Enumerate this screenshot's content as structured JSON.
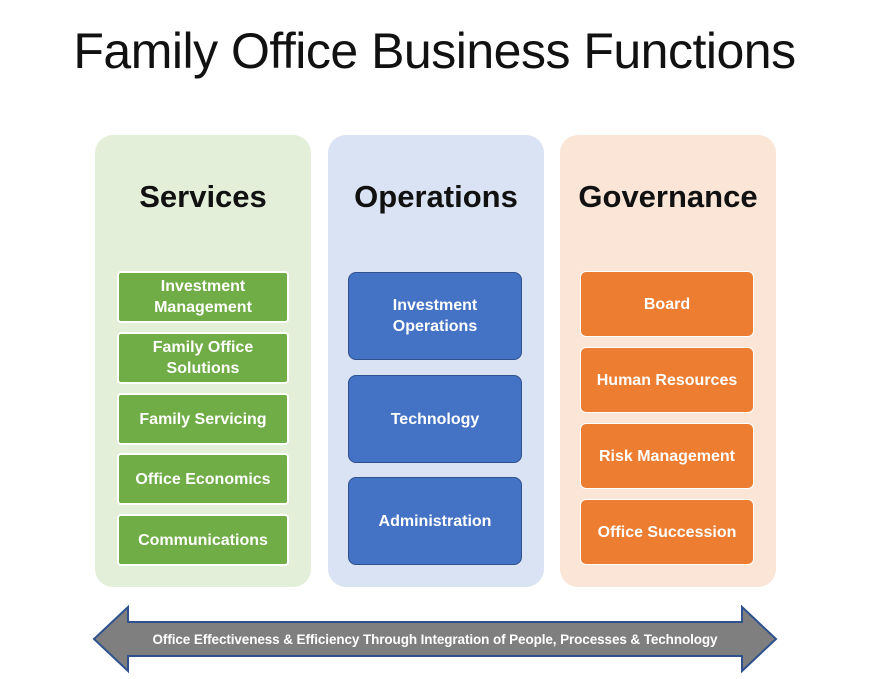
{
  "title": "Family Office Business Functions",
  "columns": [
    {
      "heading": "Services",
      "items": [
        "Investment Management",
        "Family Office Solutions",
        "Family Servicing",
        "Office Economics",
        "Communications"
      ]
    },
    {
      "heading": "Operations",
      "items": [
        "Investment Operations",
        "Technology",
        "Administration"
      ]
    },
    {
      "heading": "Governance",
      "items": [
        "Board",
        "Human Resources",
        "Risk Management",
        "Office Succession"
      ]
    }
  ],
  "banner": "Office Effectiveness & Efficiency Through Integration of People, Processes & Technology",
  "colors": {
    "services_panel": "#e3efd8",
    "services_box": "#70ad47",
    "operations_panel": "#dae3f3",
    "operations_box": "#4472c4",
    "governance_panel": "#fbe5d6",
    "governance_box": "#ed7d31",
    "banner_arrow": "#7f7f7f"
  }
}
